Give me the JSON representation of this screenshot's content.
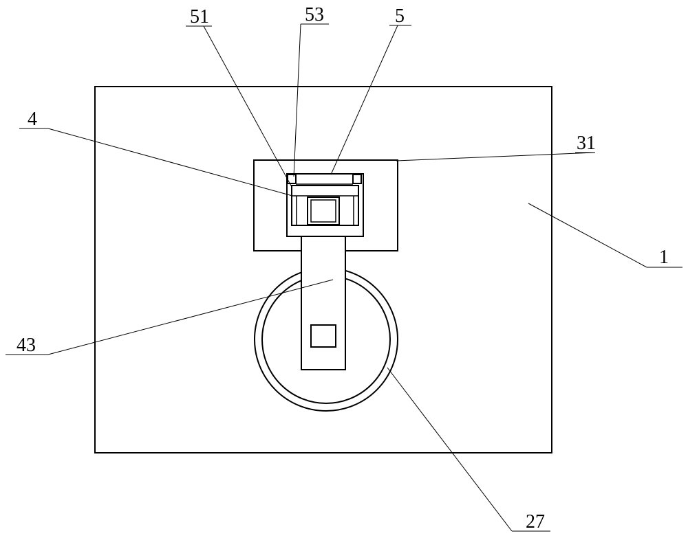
{
  "labels": {
    "l51": "51",
    "l53": "53",
    "l5": "5",
    "l4": "4",
    "l31": "31",
    "l1": "1",
    "l43": "43",
    "l27": "27"
  }
}
